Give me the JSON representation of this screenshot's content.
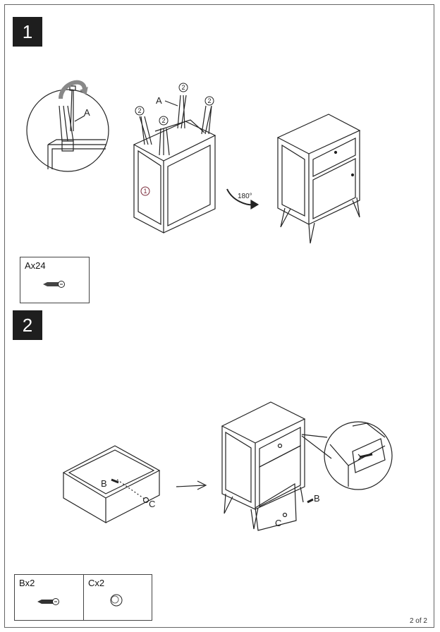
{
  "steps": [
    {
      "number": "1"
    },
    {
      "number": "2"
    }
  ],
  "step1": {
    "callout_A": "A",
    "leg_marker": "2",
    "panel_marker": "1",
    "rotate_label": "180°"
  },
  "step2": {
    "callout_B": "B",
    "callout_C": "C"
  },
  "parts": {
    "step1": [
      {
        "label": "Ax24",
        "icon": "screw-icon"
      }
    ],
    "step2": [
      {
        "label": "Bx2",
        "icon": "screw-icon"
      },
      {
        "label": "Cx2",
        "icon": "knob-icon"
      }
    ]
  },
  "footer": {
    "page": "2 of 2"
  }
}
